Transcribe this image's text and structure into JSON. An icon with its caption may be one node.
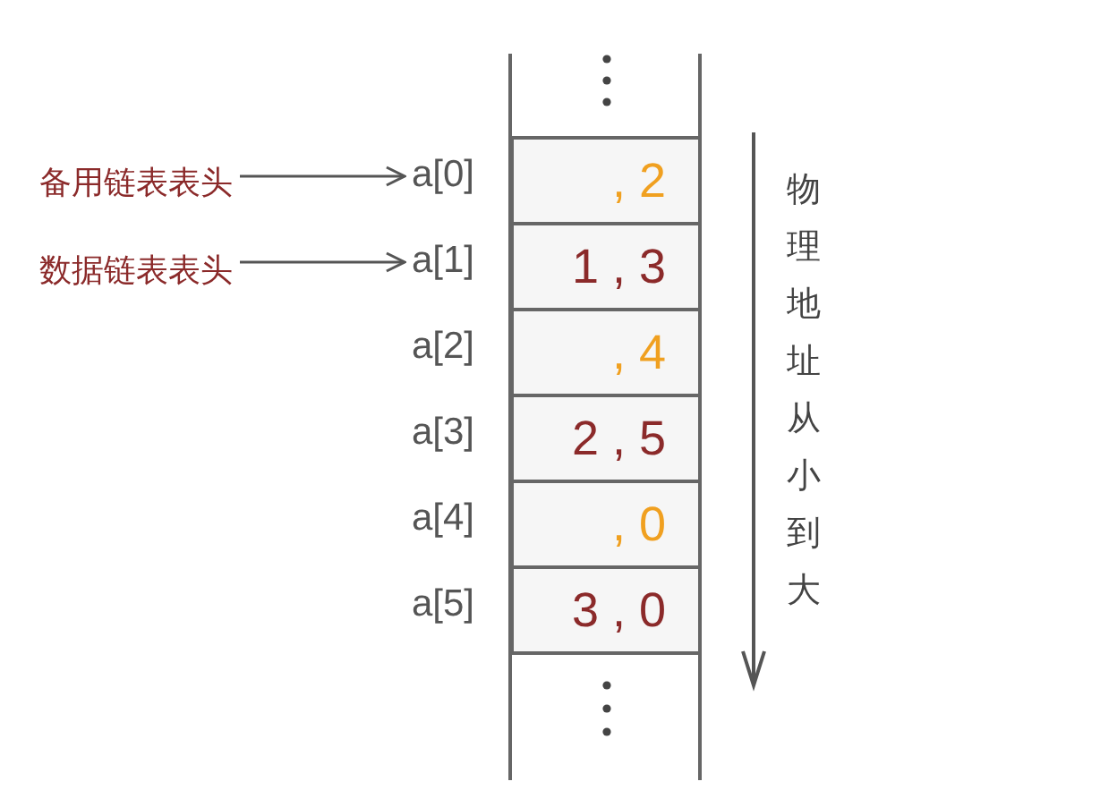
{
  "diagram": {
    "nodes": [
      {
        "text": [
          "备用链表表头"
        ]
      },
      {
        "text": [
          "数据链表表头"
        ]
      },
      {
        "text": [
          "a[0]"
        ]
      },
      {
        "text": [
          "a[1]"
        ]
      },
      {
        "text": [
          "a[2]"
        ]
      },
      {
        "text": [
          "a[3]"
        ]
      },
      {
        "text": [
          "a[4]"
        ]
      },
      {
        "text": [
          "a[5]"
        ]
      },
      {
        "text": [
          ", 2"
        ]
      },
      {
        "text": [
          "1 , 3"
        ]
      },
      {
        "text": [
          ", 4"
        ]
      },
      {
        "text": [
          "2 , 5"
        ]
      },
      {
        "text": [
          ", 0"
        ]
      },
      {
        "text": [
          "3 , 0"
        ]
      }
    ],
    "edges": [
      {
        "from": 0,
        "to": 2,
        "arrow": "to"
      },
      {
        "from": 1,
        "to": 3,
        "arrow": "to"
      }
    ],
    "labels": [
      "物理地址从小到大"
    ]
  }
}
